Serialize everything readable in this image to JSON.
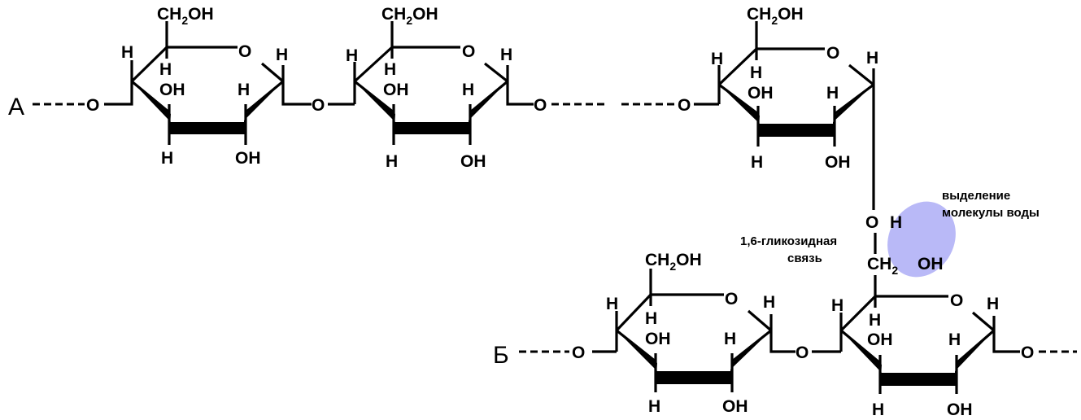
{
  "labels": {
    "chain_a": "A",
    "chain_b": "Б",
    "ch2oh_prefix": "CH",
    "ch2oh_sub": "2",
    "ch2oh_suffix": "OH",
    "oh": "OH",
    "h": "H",
    "o": "O"
  },
  "annotations": {
    "water_line1": "выделение",
    "water_line2": "молекулы воды",
    "bond_line1": "1,6-гликозидная",
    "bond_line2": "связь"
  },
  "colors": {
    "highlight": "#b9b9f7",
    "ink": "#000000"
  }
}
